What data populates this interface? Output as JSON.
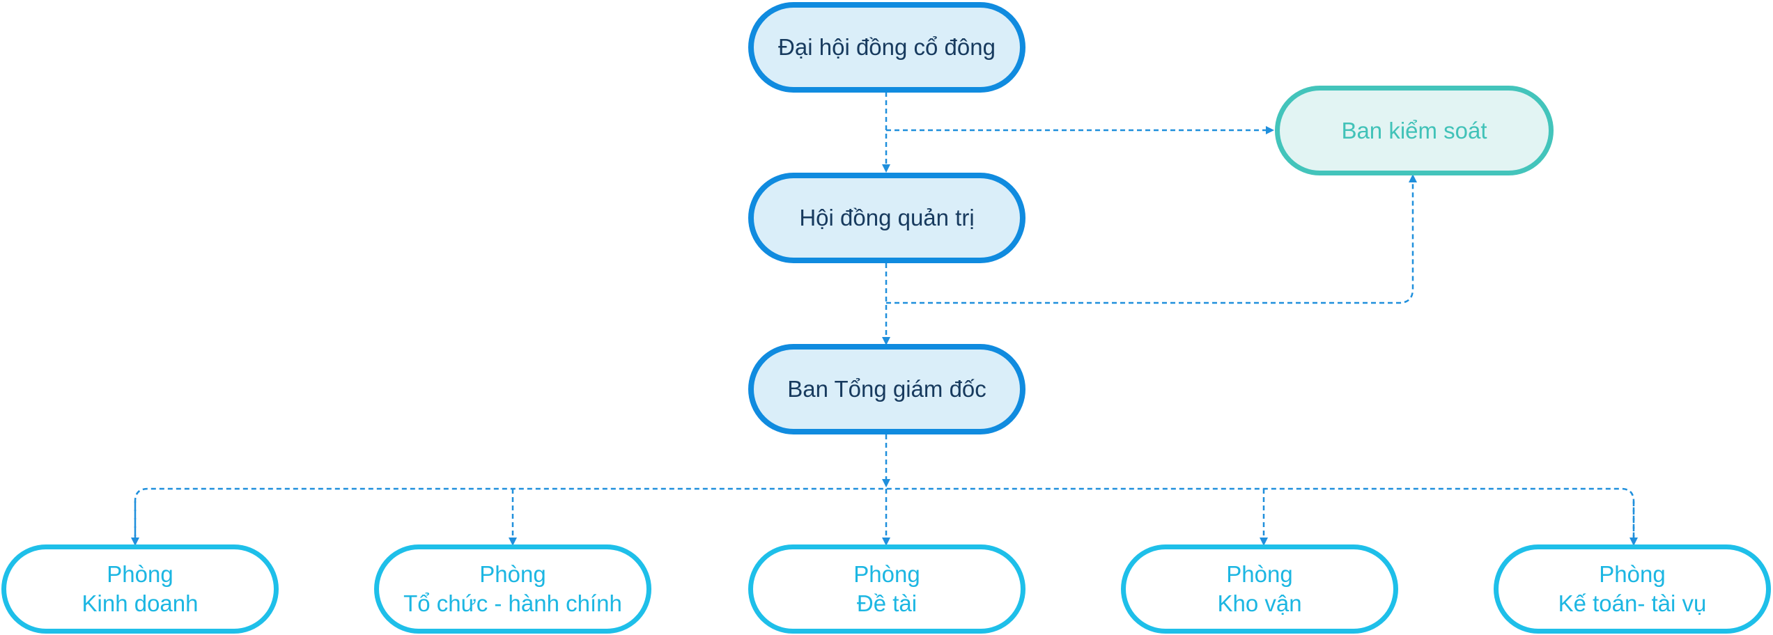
{
  "top": {
    "general_meeting": "Đại hội đồng cổ đông",
    "board": "Hội đồng quản trị",
    "executive": "Ban Tổng giám đốc",
    "supervisory": "Ban kiểm soát"
  },
  "departments": [
    {
      "line1": "Phòng",
      "line2": "Kinh doanh"
    },
    {
      "line1": "Phòng",
      "line2": "Tổ chức - hành chính"
    },
    {
      "line1": "Phòng",
      "line2": "Đề tài"
    },
    {
      "line1": "Phòng",
      "line2": "Kho vận"
    },
    {
      "line1": "Phòng",
      "line2": "Kế toán- tài vụ"
    }
  ],
  "colors": {
    "main_border": "#108bdf",
    "main_fill": "#daeef9",
    "control_border": "#43c4bb",
    "dept_border": "#1ebfe9",
    "connector": "#1f8fdc"
  }
}
